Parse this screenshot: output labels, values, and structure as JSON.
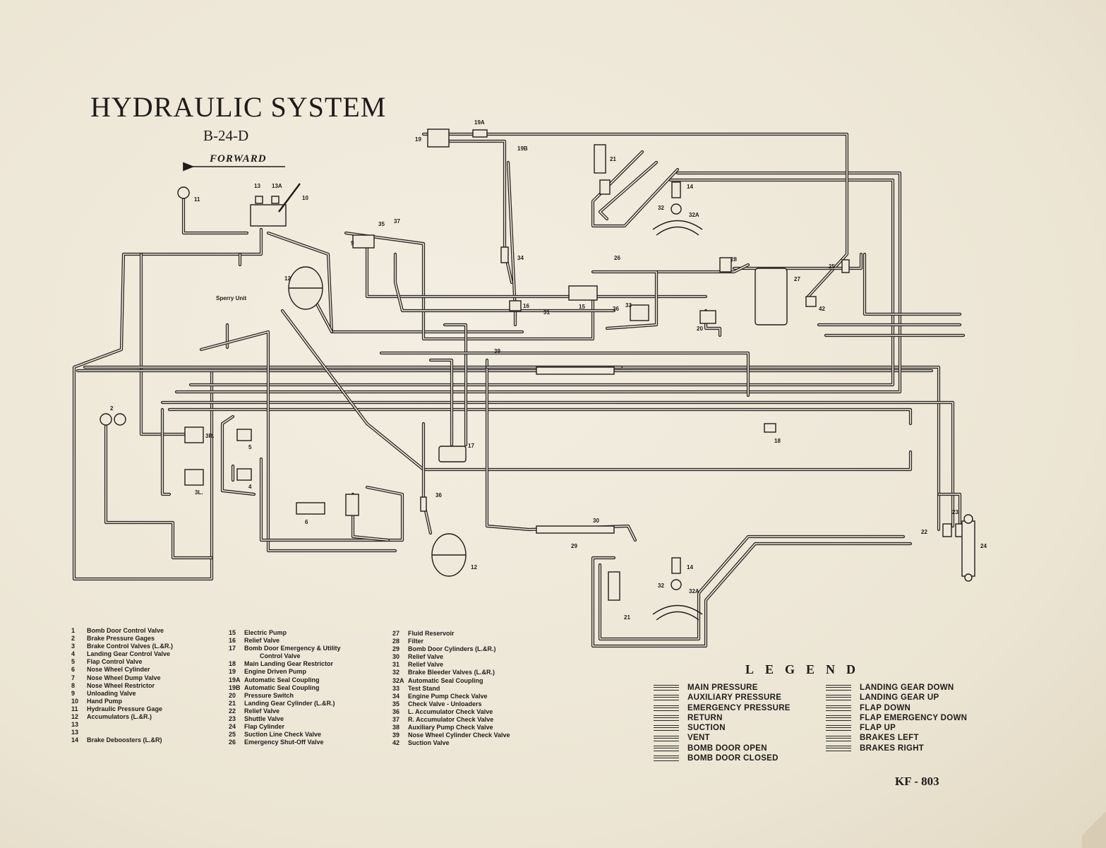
{
  "title": "HYDRAULIC SYSTEM",
  "subtitle": "B-24-D",
  "direction_label": "FORWARD",
  "sperry_label": "Sperry Unit",
  "doc_number": "KF - 803",
  "legend_title": "LEGEND",
  "callouts": [
    "11",
    "13",
    "13A",
    "10",
    "12",
    "9",
    "35",
    "37",
    "19",
    "19A",
    "19B",
    "34",
    "16",
    "31",
    "15",
    "36",
    "33",
    "26",
    "28",
    "27",
    "25",
    "42",
    "20",
    "21",
    "14",
    "32",
    "32A",
    "2",
    "3R.",
    "3L.",
    "5",
    "4",
    "17",
    "18",
    "6",
    "36",
    "12",
    "30",
    "29",
    "22",
    "23",
    "24",
    "14",
    "32",
    "32A",
    "21",
    "39"
  ],
  "parts_col1": [
    {
      "n": "1",
      "t": "Bomb Door Control Valve"
    },
    {
      "n": "2",
      "t": "Brake Pressure Gages"
    },
    {
      "n": "3",
      "t": "Brake Control Valves (L.&R.)"
    },
    {
      "n": "4",
      "t": "Landing Gear Control Valve"
    },
    {
      "n": "5",
      "t": "Flap Control Valve"
    },
    {
      "n": "6",
      "t": "Nose Wheel Cylinder"
    },
    {
      "n": "7",
      "t": "Nose Wheel Dump Valve"
    },
    {
      "n": "8",
      "t": "Nose Wheel Restrictor"
    },
    {
      "n": "9",
      "t": "Unloading Valve"
    },
    {
      "n": "10",
      "t": "Hand Pump"
    },
    {
      "n": "11",
      "t": "Hydraulic Pressure Gage"
    },
    {
      "n": "12",
      "t": "Accumulators (L.&R.)"
    },
    {
      "n": "13",
      "t": ""
    },
    {
      "n": "13",
      "t": ""
    },
    {
      "n": "14",
      "t": "Brake Deboosters (L.&R)"
    }
  ],
  "parts_col2": [
    {
      "n": "15",
      "t": "Electric Pump"
    },
    {
      "n": "16",
      "t": "Relief Valve"
    },
    {
      "n": "17",
      "t": "Bomb Door Emergency & Utility"
    },
    {
      "n": "",
      "t": "Control Valve"
    },
    {
      "n": "18",
      "t": "Main Landing Gear Restrictor"
    },
    {
      "n": "19",
      "t": "Engine Driven Pump"
    },
    {
      "n": "19A",
      "t": "Automatic Seal Coupling"
    },
    {
      "n": "19B",
      "t": "Automatic Seal Coupling"
    },
    {
      "n": "20",
      "t": "Pressure Switch"
    },
    {
      "n": "21",
      "t": "Landing Gear Cylinder (L.&R.)"
    },
    {
      "n": "22",
      "t": "Relief Valve"
    },
    {
      "n": "23",
      "t": "Shuttle Valve"
    },
    {
      "n": "24",
      "t": "Flap Cylinder"
    },
    {
      "n": "25",
      "t": "Suction Line Check Valve"
    },
    {
      "n": "26",
      "t": "Emergency Shut-Off Valve"
    }
  ],
  "parts_col3": [
    {
      "n": "27",
      "t": "Fluid Reservoir"
    },
    {
      "n": "28",
      "t": "Filter"
    },
    {
      "n": "29",
      "t": "Bomb Door Cylinders (L.&R.)"
    },
    {
      "n": "30",
      "t": "Relief Valve"
    },
    {
      "n": "31",
      "t": "Relief Valve"
    },
    {
      "n": "32",
      "t": "Brake Bleeder Valves (L.&R.)"
    },
    {
      "n": "32A",
      "t": "Automatic Seal Coupling"
    },
    {
      "n": "33",
      "t": "Test Stand"
    },
    {
      "n": "34",
      "t": "Engine Pump Check Valve"
    },
    {
      "n": "35",
      "t": "Check Valve - Unloaders"
    },
    {
      "n": "36",
      "t": "L. Accumulator Check Valve"
    },
    {
      "n": "37",
      "t": "R. Accumulator Check Valve"
    },
    {
      "n": "38",
      "t": "Auxiliary Pump Check Valve"
    },
    {
      "n": "39",
      "t": "Nose Wheel Cylinder Check Valve"
    },
    {
      "n": "42",
      "t": "Suction Valve"
    }
  ],
  "legend_left": [
    "MAIN PRESSURE",
    "AUXILIARY PRESSURE",
    "EMERGENCY PRESSURE",
    "RETURN",
    "SUCTION",
    "VENT",
    "BOMB DOOR OPEN",
    "BOMB DOOR CLOSED"
  ],
  "legend_right": [
    "LANDING GEAR DOWN",
    "LANDING GEAR UP",
    "FLAP DOWN",
    "FLAP EMERGENCY DOWN",
    "FLAP UP",
    "BRAKES LEFT",
    "BRAKES RIGHT"
  ]
}
